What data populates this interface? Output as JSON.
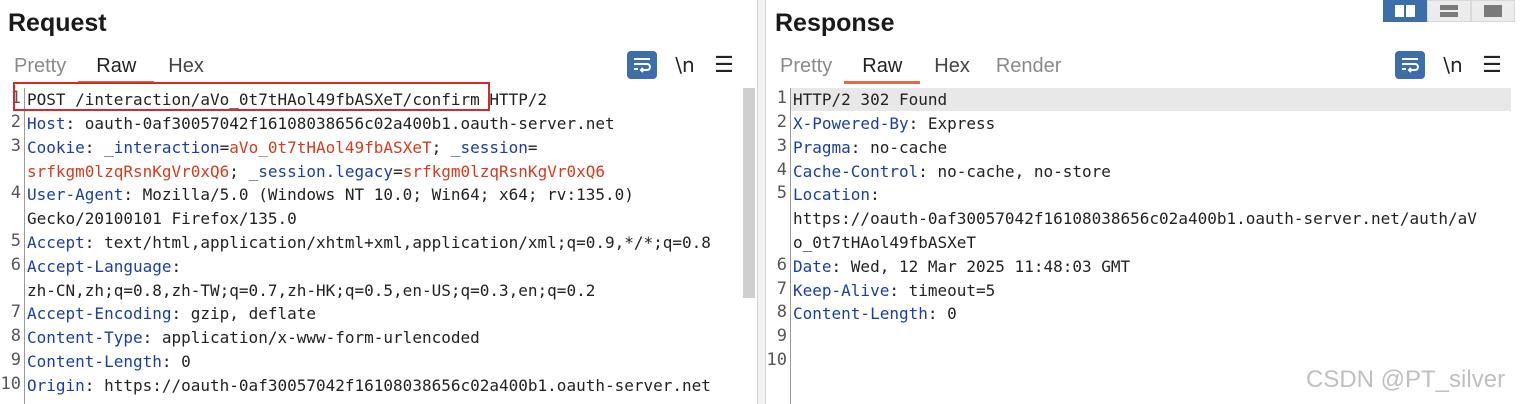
{
  "request": {
    "title": "Request",
    "tabs": [
      {
        "label": "Pretty",
        "state": "inactive"
      },
      {
        "label": "Raw",
        "state": "active"
      },
      {
        "label": "Hex",
        "state": "normal"
      }
    ],
    "toolbar": {
      "wrap_icon": "wrap-lines-icon",
      "newline_label": "\\n",
      "menu_label": "☰"
    },
    "gutter": [
      "1",
      "2",
      "3",
      "",
      "4",
      "",
      "5",
      "6",
      "",
      "7",
      "8",
      "9",
      "10"
    ],
    "lines": {
      "l1": "POST /interaction/aVo_0t7tHAol49fbASXeT/confirm HTTP/2",
      "l2_name": "Host",
      "l2_value": ": oauth-0af30057042f16108038656c02a400b1.oauth-server.net",
      "l3_name": "Cookie",
      "l3_sep": ": ",
      "l3_k1": "_interaction",
      "l3_eq1": "=",
      "l3_v1": "aVo_0t7tHAol49fbASXeT",
      "l3_semi1": "; ",
      "l3_k2": "_session",
      "l3_eq2": "=",
      "l3b_v2": "srfkgm0lzqRsnKgVr0xQ6",
      "l3b_semi": "; ",
      "l3b_k3": "_session.legacy",
      "l3b_eq": "=",
      "l3b_v3": "srfkgm0lzqRsnKgVr0xQ6",
      "l4_name": "User-Agent",
      "l4_value": ": Mozilla/5.0 (Windows NT 10.0; Win64; x64; rv:135.0)",
      "l4b": "Gecko/20100101 Firefox/135.0",
      "l5_name": "Accept",
      "l5_value": ": text/html,application/xhtml+xml,application/xml;q=0.9,*/*;q=0.8",
      "l6_name": "Accept-Language",
      "l6_value": ":",
      "l6b": "zh-CN,zh;q=0.8,zh-TW;q=0.7,zh-HK;q=0.5,en-US;q=0.3,en;q=0.2",
      "l7_name": "Accept-Encoding",
      "l7_value": ": gzip, deflate",
      "l8_name": "Content-Type",
      "l8_value": ": application/x-www-form-urlencoded",
      "l9_name": "Content-Length",
      "l9_value": ": 0",
      "l10_name": "Origin",
      "l10_value": ": https://oauth-0af30057042f16108038656c02a400b1.oauth-server.net"
    }
  },
  "response": {
    "title": "Response",
    "tabs": [
      {
        "label": "Pretty",
        "state": "inactive"
      },
      {
        "label": "Raw",
        "state": "active"
      },
      {
        "label": "Hex",
        "state": "normal"
      },
      {
        "label": "Render",
        "state": "inactive"
      }
    ],
    "toolbar": {
      "wrap_icon": "wrap-lines-icon",
      "newline_label": "\\n",
      "menu_label": "☰"
    },
    "gutter": [
      "1",
      "2",
      "3",
      "4",
      "5",
      "",
      "",
      "6",
      "7",
      "8",
      "9",
      "10"
    ],
    "lines": {
      "l1": "HTTP/2 302 Found",
      "l2_name": "X-Powered-By",
      "l2_value": ": Express",
      "l3_name": "Pragma",
      "l3_value": ": no-cache",
      "l4_name": "Cache-Control",
      "l4_value": ": no-cache, no-store",
      "l5_name": "Location",
      "l5_value": ":",
      "l5b": "https://oauth-0af30057042f16108038656c02a400b1.oauth-server.net/auth/aV",
      "l5c": "o_0t7tHAol49fbASXeT",
      "l6_name": "Date",
      "l6_value": ": Wed, 12 Mar 2025 11:48:03 GMT",
      "l7_name": "Keep-Alive",
      "l7_value": ": timeout=5",
      "l8_name": "Content-Length",
      "l8_value": ": 0"
    }
  },
  "layout_buttons": [
    "split-horizontal-icon",
    "split-vertical-icon",
    "single-pane-icon"
  ],
  "watermark": "CSDN @PT_silver",
  "colors": {
    "accent": "#e8664a",
    "header_name": "#1a3ea5",
    "cookie_value": "#d43c1f",
    "highlight_box": "#d32a2a",
    "button_blue": "#3c6ea9"
  }
}
